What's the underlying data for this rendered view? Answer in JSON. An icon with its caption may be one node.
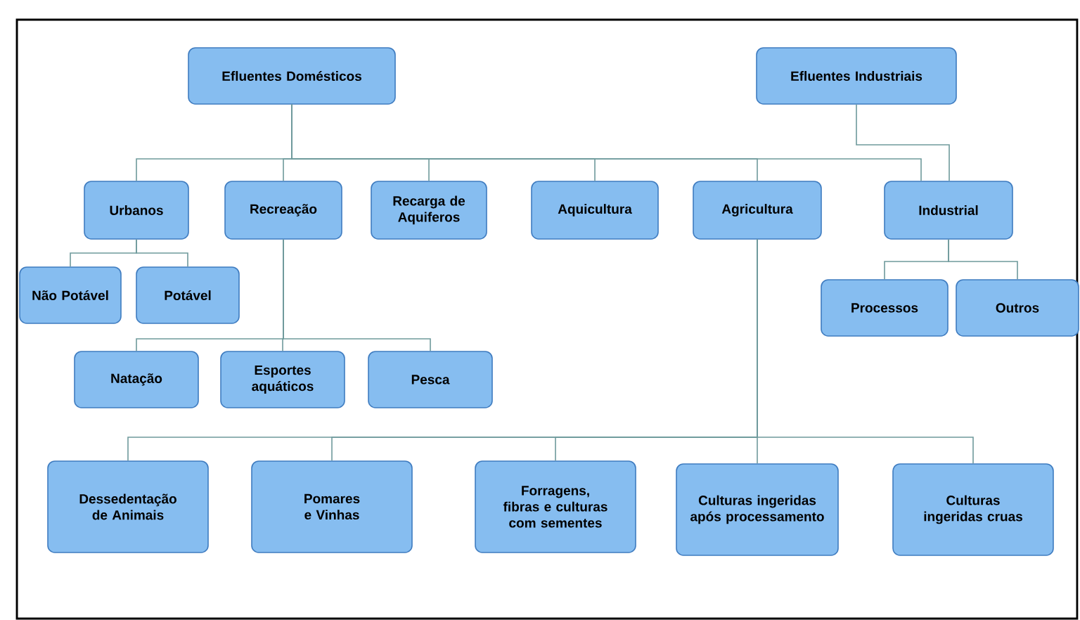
{
  "diagram": {
    "nodes": [
      {
        "text": [
          "Efluentes Domésticos"
        ]
      },
      {
        "text": [
          "Efluentes Industriais"
        ]
      },
      {
        "text": [
          "Urbanos"
        ]
      },
      {
        "text": [
          "Recreação"
        ]
      },
      {
        "text": [
          "Recarga de Aquiferos"
        ]
      },
      {
        "text": [
          "Aquicultura"
        ]
      },
      {
        "text": [
          "Agricultura"
        ]
      },
      {
        "text": [
          "Industrial"
        ]
      },
      {
        "text": [
          "Não Potável"
        ]
      },
      {
        "text": [
          "Potável"
        ]
      },
      {
        "text": [
          "Natação"
        ]
      },
      {
        "text": [
          "Esportes aquáticos"
        ]
      },
      {
        "text": [
          "Pesca"
        ]
      },
      {
        "text": [
          "Dessedentação de Animais"
        ]
      },
      {
        "text": [
          "Pomares e Vinhas"
        ]
      },
      {
        "text": [
          "Forragens, fibras e culturas com sementes"
        ]
      },
      {
        "text": [
          "Culturas ingeridas após processamento"
        ]
      },
      {
        "text": [
          "Culturas ingeridas cruas"
        ]
      },
      {
        "text": [
          "Processos"
        ]
      },
      {
        "text": [
          "Outros"
        ]
      }
    ],
    "edges": [
      {
        "from": 0,
        "to": 2,
        "arrow": "none"
      },
      {
        "from": 0,
        "to": 3,
        "arrow": "none"
      },
      {
        "from": 0,
        "to": 4,
        "arrow": "none"
      },
      {
        "from": 0,
        "to": 5,
        "arrow": "none"
      },
      {
        "from": 0,
        "to": 6,
        "arrow": "none"
      },
      {
        "from": 0,
        "to": 7,
        "arrow": "none"
      },
      {
        "from": 1,
        "to": 7,
        "arrow": "none"
      },
      {
        "from": 2,
        "to": 8,
        "arrow": "none"
      },
      {
        "from": 2,
        "to": 9,
        "arrow": "none"
      },
      {
        "from": 3,
        "to": 10,
        "arrow": "none"
      },
      {
        "from": 3,
        "to": 11,
        "arrow": "none"
      },
      {
        "from": 3,
        "to": 12,
        "arrow": "none"
      },
      {
        "from": 6,
        "to": 13,
        "arrow": "none"
      },
      {
        "from": 6,
        "to": 14,
        "arrow": "none"
      },
      {
        "from": 6,
        "to": 15,
        "arrow": "none"
      },
      {
        "from": 6,
        "to": 16,
        "arrow": "none"
      },
      {
        "from": 6,
        "to": 17,
        "arrow": "none"
      },
      {
        "from": 7,
        "to": 18,
        "arrow": "none"
      },
      {
        "from": 7,
        "to": 19,
        "arrow": "none"
      }
    ]
  }
}
